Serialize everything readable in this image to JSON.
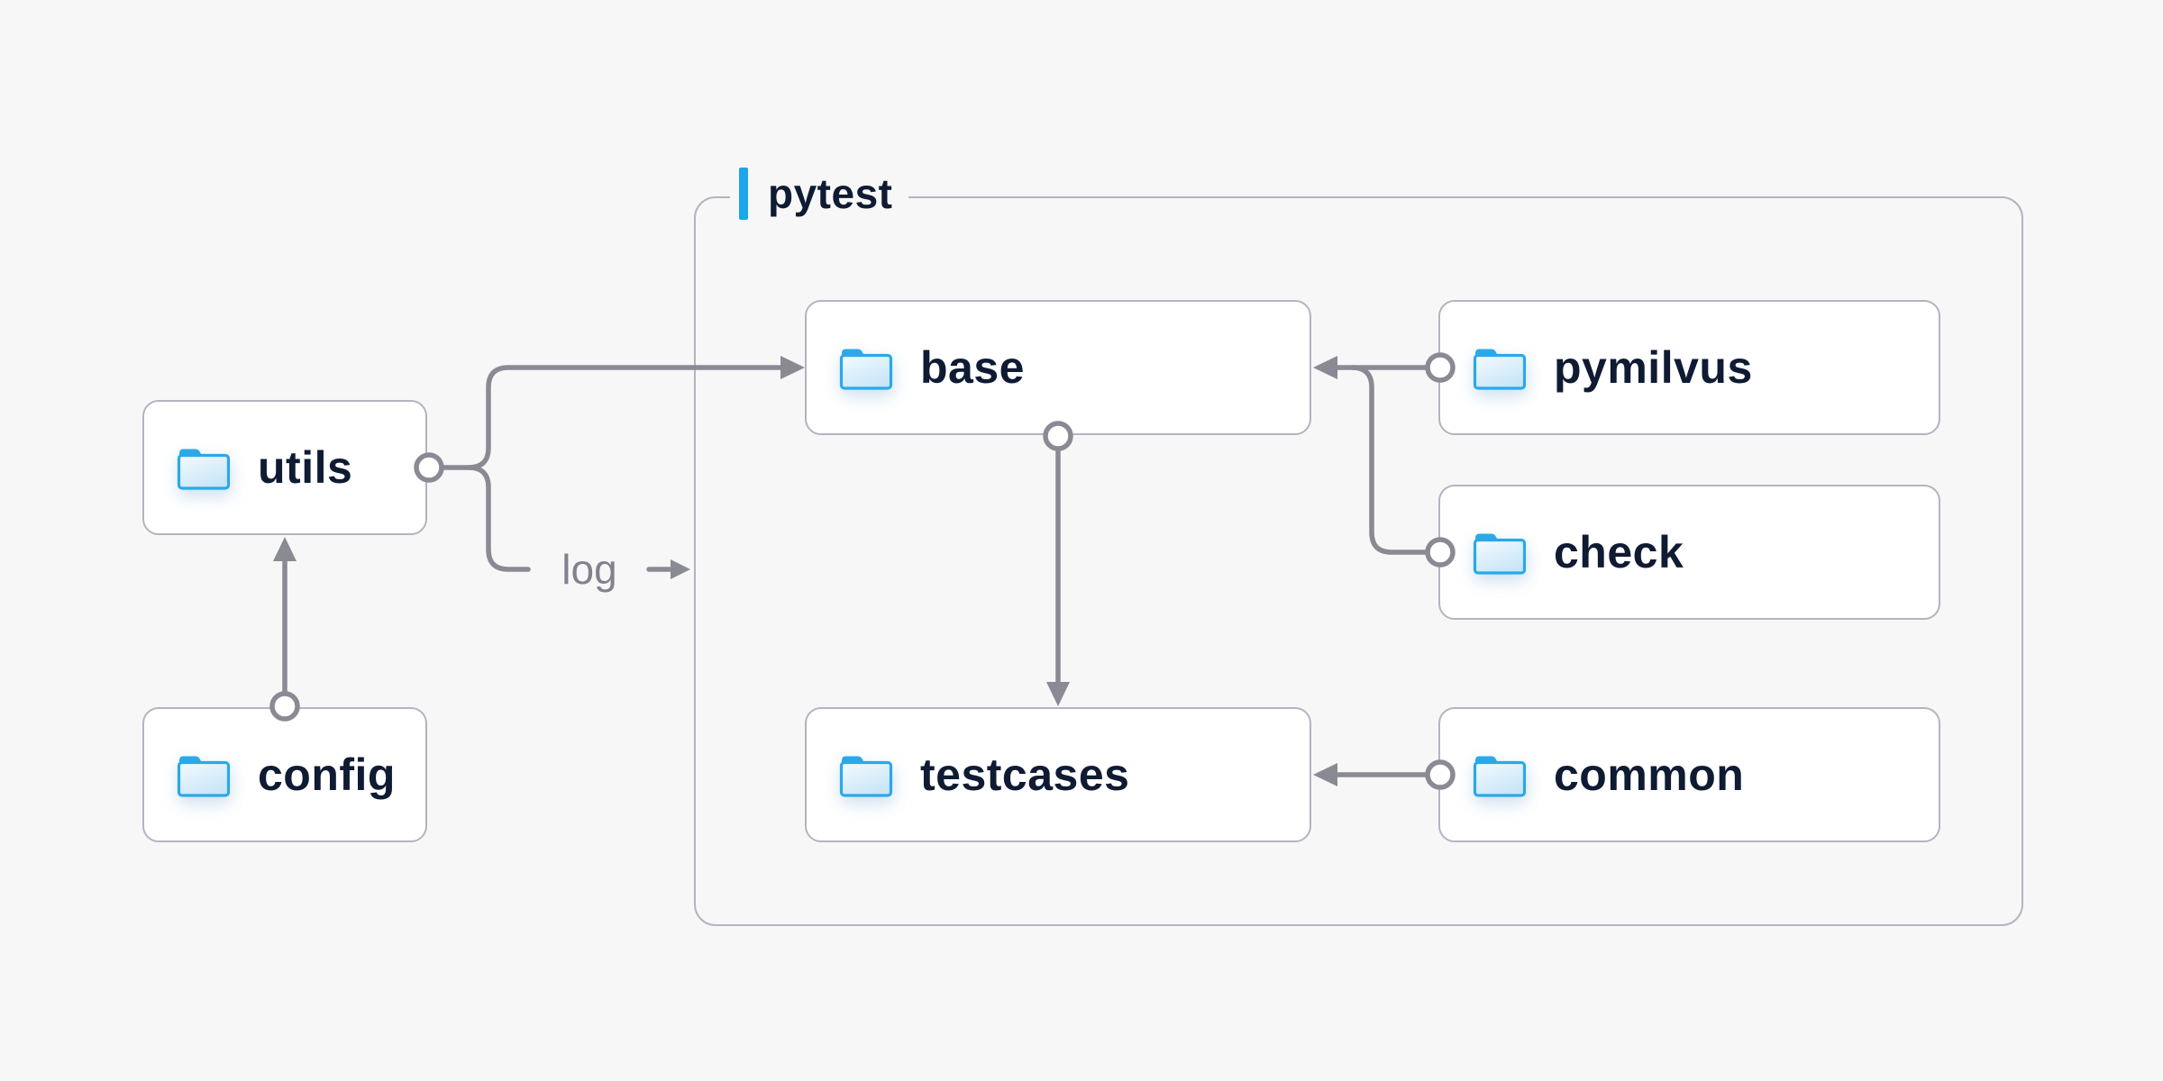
{
  "group": {
    "label": "pytest"
  },
  "nodes": {
    "utils": {
      "label": "utils"
    },
    "config": {
      "label": "config"
    },
    "base": {
      "label": "base"
    },
    "pymilvus": {
      "label": "pymilvus"
    },
    "check": {
      "label": "check"
    },
    "testcases": {
      "label": "testcases"
    },
    "common": {
      "label": "common"
    }
  },
  "edges": {
    "log_label": "log",
    "list": [
      {
        "from": "config",
        "to": "utils"
      },
      {
        "from": "utils",
        "to": "base"
      },
      {
        "from": "utils",
        "to": "pytest-group",
        "label": "log"
      },
      {
        "from": "base",
        "to": "testcases"
      },
      {
        "from": "pymilvus",
        "to": "base"
      },
      {
        "from": "check",
        "to": "base"
      },
      {
        "from": "common",
        "to": "testcases"
      }
    ]
  },
  "icons": {
    "node_icon": "folder-icon"
  },
  "colors": {
    "background": "#f7f7f8",
    "node_background": "#ffffff",
    "node_border": "#b4b4c0",
    "group_border": "#b4b4c0",
    "connector": "#8a8a94",
    "node_text": "#0f1b33",
    "edge_label_text": "#82828e",
    "accent_blue": "#1ba7e9",
    "folder_stroke": "#2aa9e8",
    "folder_fill_light": "#f2f9fe",
    "folder_fill_dark": "#c9e6f8"
  }
}
